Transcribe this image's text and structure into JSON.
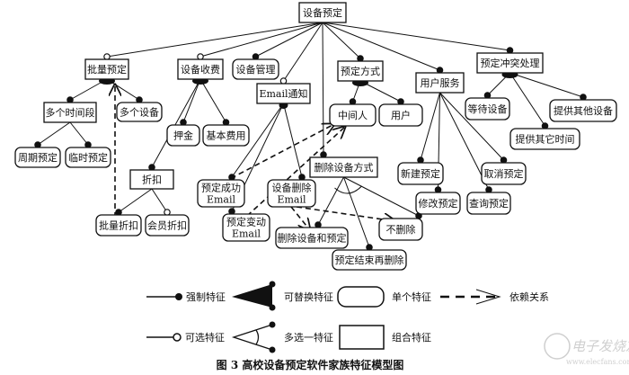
{
  "nodes": {
    "root": "设备预定",
    "batch": "批量预定",
    "charge": "设备收费",
    "mgmt": "设备管理",
    "email": "Email通知",
    "mode": "预定方式",
    "usersvc": "用户服务",
    "conflict": "预定冲突处理",
    "multitime": "多个时间段",
    "multidev": "多个设备",
    "periodic": "周期预定",
    "temp": "临时预定",
    "deposit": "押金",
    "basefee": "基本费用",
    "discount": "折扣",
    "batchdisc": "批量折扣",
    "memberdisc": "会员折扣",
    "okmail": [
      "预定成功",
      "Email"
    ],
    "delmail": [
      "设备删除",
      "Email"
    ],
    "chgmail": [
      "预定变动",
      "Email"
    ],
    "delboth": "删除设备和预定",
    "delmode": "删除设备方式",
    "nodel": "不删除",
    "delafter": "预定结束再删除",
    "agent": "中间人",
    "user": "用户",
    "newres": "新建预定",
    "modres": "修改预定",
    "qryres": "查询预定",
    "cancelres": "取消预定",
    "waitdev": "等待设备",
    "othertime": "提供其它时间",
    "otherdev": "提供其他设备"
  },
  "legend": {
    "mandatory": "强制特征",
    "optional": "可选特征",
    "alternative": "可替换特征",
    "or": "多选一特征",
    "single": "单个特征",
    "composite": "组合特征",
    "dependency": "依赖关系"
  },
  "caption": "图 3 高校设备预定软件家族特征模型图",
  "watermark": {
    "logo_text": "电子发烧友",
    "url": "www.elecfans.com"
  }
}
